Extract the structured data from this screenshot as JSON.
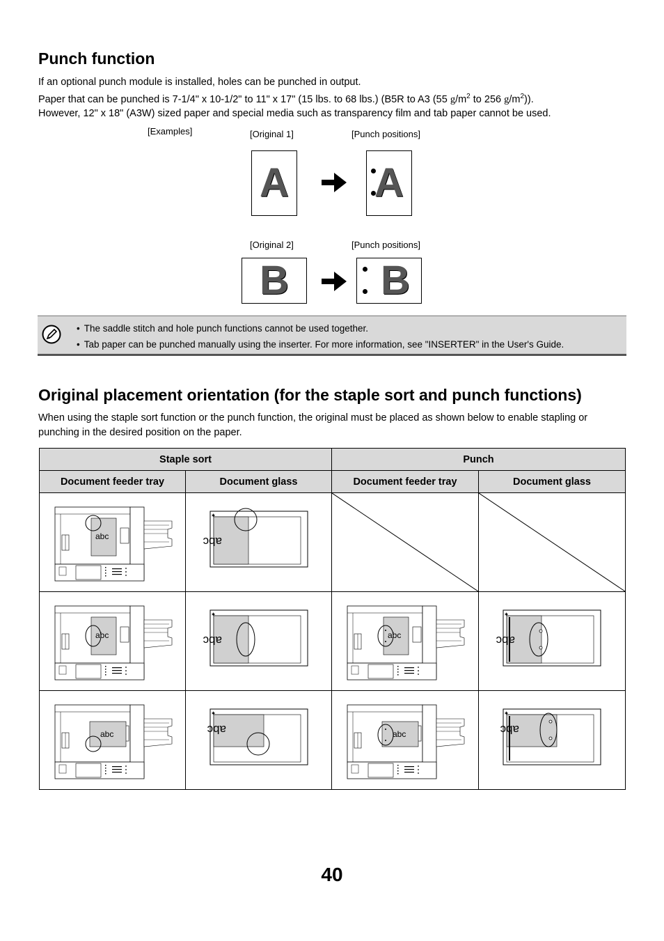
{
  "punch": {
    "heading": "Punch function",
    "line1": "If an optional punch module is installed, holes can be punched in output.",
    "line2_pre": "Paper that can be punched is 7-1/4\" x 10-1/2\" to 11\" x 17\" (15 lbs. to 68 lbs.) (B5R to A3 (55 ",
    "unit_g": "g",
    "unit_m": "/m",
    "sup2": "2",
    "line2_mid": " to 256 ",
    "line2_end": ")).",
    "line3": "However, 12\" x 18\" (A3W) sized paper and special media such as transparency film and tab paper cannot be used.",
    "examples_label": "[Examples]",
    "original1_label": "[Original 1]",
    "original2_label": "[Original 2]",
    "punch_positions_label": "[Punch positions]",
    "letter_a": "A",
    "letter_b": "B"
  },
  "note": {
    "items": [
      "The saddle stitch and hole punch functions cannot be used together.",
      "Tab paper can be punched manually using the inserter. For more information, see \"INSERTER\" in the User's Guide."
    ]
  },
  "orientation": {
    "heading": "Original placement orientation (for the staple sort and punch functions)",
    "body": "When using the staple sort function or the punch function, the original must be placed as shown below to enable stapling or punching in the desired position on the paper.",
    "table": {
      "group1": "Staple sort",
      "group2": "Punch",
      "col_feeder": "Document feeder tray",
      "col_glass": "Document glass",
      "sample_text": "abc"
    }
  },
  "page_number": "40"
}
